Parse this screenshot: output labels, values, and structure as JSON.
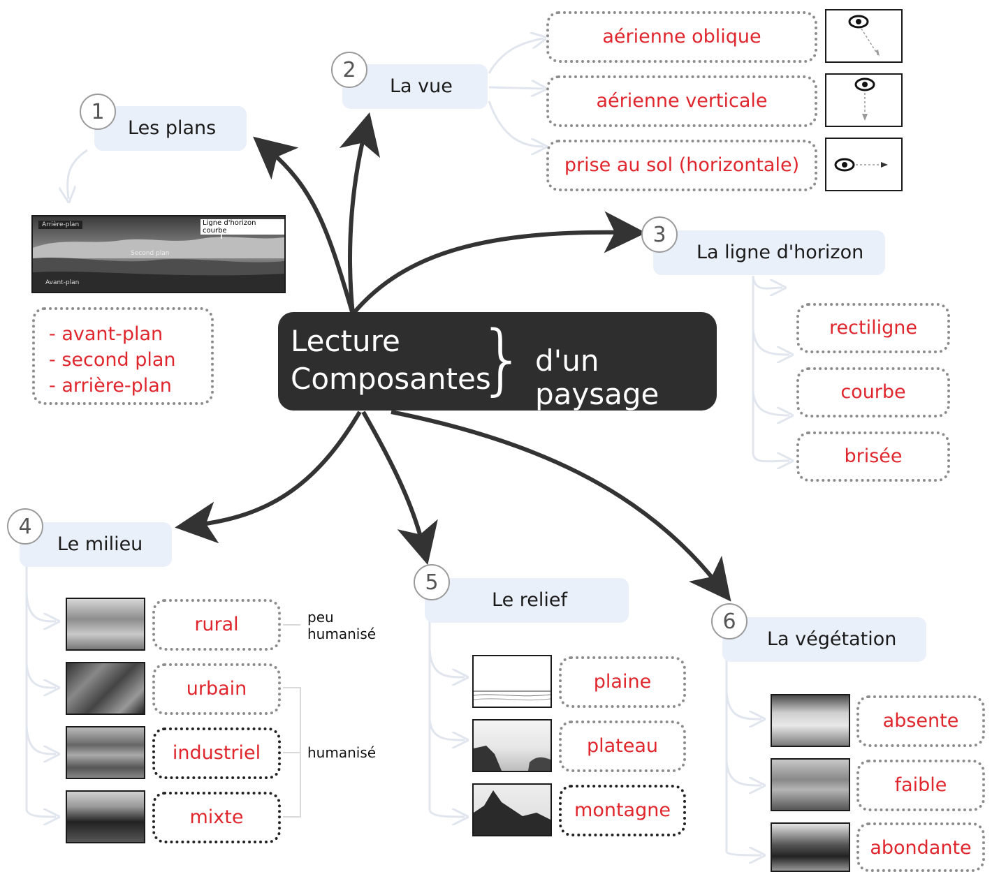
{
  "central": {
    "line1": "Lecture",
    "line2": "Composantes",
    "brace": "}",
    "tail": "d'un paysage"
  },
  "topics": {
    "t1": {
      "number": "1",
      "label": "Les plans"
    },
    "t2": {
      "number": "2",
      "label": "La vue"
    },
    "t3": {
      "number": "3",
      "label": "La ligne d'horizon"
    },
    "t4": {
      "number": "4",
      "label": "Le milieu"
    },
    "t5": {
      "number": "5",
      "label": "Le relief"
    },
    "t6": {
      "number": "6",
      "label": "La végétation"
    }
  },
  "plans": {
    "image_labels": {
      "arriere": "Arrière-plan",
      "horizon": "Ligne d'horizon courbe",
      "second": "Second plan",
      "avant": "Avant-plan"
    },
    "items": [
      "- avant-plan",
      "- second plan",
      "- arrière-plan"
    ]
  },
  "vue": {
    "items": [
      "aérienne oblique",
      "aérienne verticale",
      "prise au sol (horizontale)"
    ]
  },
  "horizon": {
    "items": [
      "rectiligne",
      "courbe",
      "brisée"
    ]
  },
  "milieu": {
    "items": [
      "rural",
      "urbain",
      "industriel",
      "mixte"
    ],
    "note_peu_line1": "peu",
    "note_peu_line2": "humanisé",
    "note_humanise": "humanisé"
  },
  "relief": {
    "items": [
      "plaine",
      "plateau",
      "montagne"
    ]
  },
  "vegetation": {
    "items": [
      "absente",
      "faible",
      "abondante"
    ]
  },
  "colors": {
    "central_bg": "#2e2e2e",
    "topic_bg": "#eaf0f9",
    "item_text": "#e0262d",
    "arrow": "#333333",
    "connector": "#d8dee8"
  }
}
